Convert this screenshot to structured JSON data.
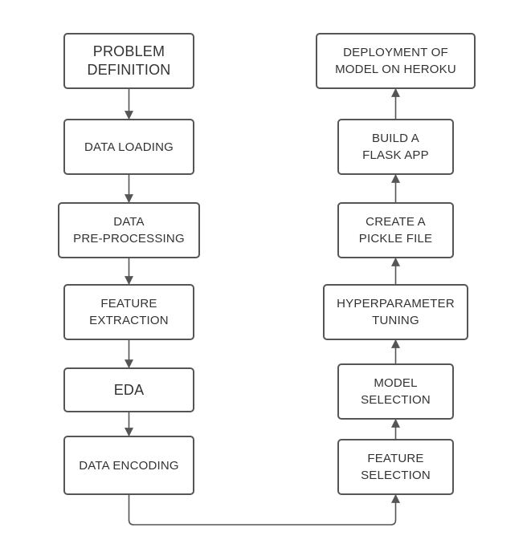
{
  "colors": {
    "stroke": "#555555",
    "text": "#333333",
    "background": "#ffffff"
  },
  "nodes": {
    "problem_definition": "PROBLEM\nDEFINITION",
    "data_loading": "DATA LOADING",
    "data_preprocessing": "DATA\nPRE-PROCESSING",
    "feature_extraction": "FEATURE\nEXTRACTION",
    "eda": "EDA",
    "data_encoding": "DATA ENCODING",
    "feature_selection": "FEATURE\nSELECTION",
    "model_selection": "MODEL\nSELECTION",
    "hyperparameter_tuning": "HYPERPARAMETER\nTUNING",
    "create_pickle_file": "CREATE A\nPICKLE FILE",
    "build_flask_app": "BUILD A\nFLASK APP",
    "deployment": "DEPLOYMENT OF\nMODEL ON HEROKU"
  },
  "edges": [
    {
      "from": "problem_definition",
      "to": "data_loading"
    },
    {
      "from": "data_loading",
      "to": "data_preprocessing"
    },
    {
      "from": "data_preprocessing",
      "to": "feature_extraction"
    },
    {
      "from": "feature_extraction",
      "to": "eda"
    },
    {
      "from": "eda",
      "to": "data_encoding"
    },
    {
      "from": "data_encoding",
      "to": "feature_selection"
    },
    {
      "from": "feature_selection",
      "to": "model_selection"
    },
    {
      "from": "model_selection",
      "to": "hyperparameter_tuning"
    },
    {
      "from": "hyperparameter_tuning",
      "to": "create_pickle_file"
    },
    {
      "from": "create_pickle_file",
      "to": "build_flask_app"
    },
    {
      "from": "build_flask_app",
      "to": "deployment"
    }
  ]
}
